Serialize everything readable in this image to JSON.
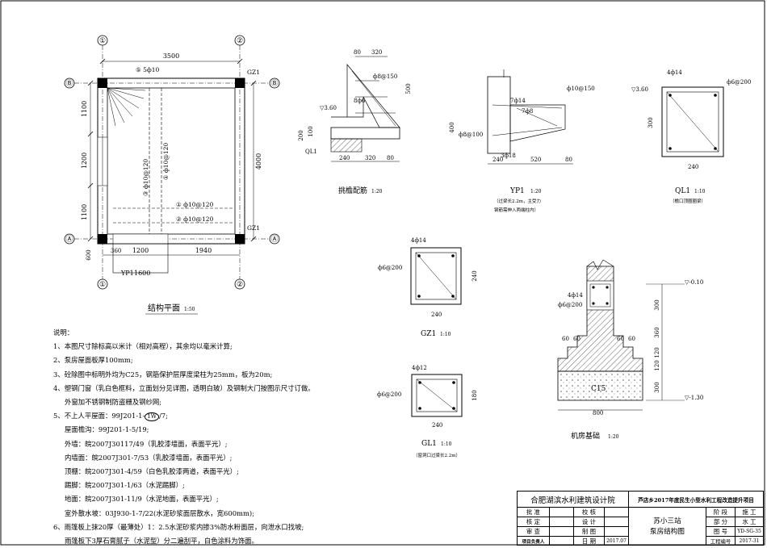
{
  "plan": {
    "title": "结构平面",
    "scale": "1:50",
    "axes": {
      "a1": "①",
      "a2": "②",
      "aA": "Ⓐ",
      "aB": "Ⓑ"
    },
    "dims": {
      "top_total": "3500",
      "left_1": "1100",
      "left_2": "1200",
      "left_3": "1100",
      "right_total": "4000",
      "bottom_0": "600",
      "bottom_1": "360",
      "bottom_2": "1200",
      "bottom_3": "1940"
    },
    "labels": {
      "gz1_top": "GZ1",
      "gz1_bottom": "GZ1",
      "rebar_5": "⑤ 5ф10",
      "rebar_3": "③ ф10@120",
      "rebar_1": "① ф10@120",
      "rebar_1h": "① ф10@120",
      "rebar_2h": "② ф10@120",
      "yp1": "YP1",
      "yp1_dim": "1600"
    }
  },
  "eave": {
    "title": "挑檐配筋",
    "scale": "1:20",
    "labels": {
      "d80": "80",
      "d320": "320",
      "r1": "ф8@150",
      "d500": "500",
      "r2": "8ф6",
      "elev": "▽3.60",
      "d200": "200",
      "d100": "100",
      "ql1": "QL1",
      "b240": "240",
      "b320": "320",
      "b80": "80"
    }
  },
  "yp1": {
    "title": "YP1",
    "scale": "1:20",
    "note1": "（过梁长2.2m，主受力",
    "note2": "钢筋需伸入两端柱内）",
    "labels": {
      "top_r": "ф10@150",
      "r714": "7ф14",
      "r78": "7ф8",
      "r8100": "ф8@100",
      "d400": "400",
      "r318": "3ф18",
      "b240": "240",
      "b520": "520",
      "b80": "80"
    }
  },
  "ql1": {
    "title": "QL1",
    "scale": "1:10",
    "note": "（檐口顶圈圈梁）",
    "labels": {
      "top": "4ф14",
      "stir": "ф6@200",
      "elev": "▽3.60",
      "h": "300",
      "w": "240"
    }
  },
  "gz1": {
    "title": "GZ1",
    "scale": "1:10",
    "labels": {
      "top": "4ф14",
      "stir": "ф6@200",
      "h": "240",
      "w": "240"
    }
  },
  "gl1": {
    "title": "GL1",
    "scale": "1:10",
    "note": "（窗洞口过梁长2.2m）",
    "labels": {
      "top": "4ф12",
      "stir": "ф6@200",
      "h": "180",
      "w": "240"
    }
  },
  "found": {
    "title": "机房基础",
    "scale": "1:20",
    "labels": {
      "top": "4ф14",
      "stir": "ф6@200",
      "e1": "▽-0.10",
      "e2": "▽-1.30",
      "s60a": "60",
      "s60b": "60",
      "s60c": "60",
      "s60d": "60",
      "v300a": "300",
      "v360": "360",
      "v120a": "120",
      "v120b": "120",
      "v300b": "300",
      "c15": "C15",
      "w800": "800"
    }
  },
  "notes": {
    "heading": "说明：",
    "n1": "1、本图尺寸除标高以米计（相对高程），其余均以毫米计算;",
    "n2": "2、泵房屋面板厚100mm;",
    "n3": "3、砼除图中标明外均为C25，钢筋保护层厚度梁柱为25mm，板为20m;",
    "n4": "4、塑钢门窗（乳白色框料，立面划分见详图，透明白玻）及钢制大门按图示尺寸订做。",
    "n4b": "外窗加不锈钢制防盗栅及钢纱网;",
    "n5a": "5、不上人平屋面：99J201-1-",
    "n5circ": "1W",
    "n5b": "/7;",
    "l1": "屋面檐沟：99J201-1-5/19;",
    "l2": "外墙：皖2007J30117/49（乳胶漆墙面，表面平光）;",
    "l3": "内墙面：皖2007J301-7/53（乳胶漆墙面，表面平光）;",
    "l4": "顶棚：皖2007J301-4/59（白色乳胶漆两道，表面平光）;",
    "l5": "踢脚：皖2007J301-1/63（水泥踢脚）;",
    "l6": "地面：皖2007J301-11/9（水泥地面，表面平光）;",
    "l7": "室外散水坡：03J930-1-7/22(水泥砂浆面层散水，宽600mm);",
    "n6": "6、雨篷板上抹20厚（最薄处）1：2.5水泥砂浆内掺3%防水粉面层，向泄水口找坡;",
    "n6b": "雨篷板下3厚石膏腻子（水泥型）分二遍刮平，白色涂料为饰面。"
  },
  "titleblock": {
    "company": "合肥湖滨水利建筑设计院",
    "project": "芦店乡2017年度民生小型水利工程改造提升项目",
    "r1": [
      "批 准",
      "",
      "校 核",
      ""
    ],
    "r2": [
      "核 定",
      "",
      "设 计",
      ""
    ],
    "r3": [
      "审 查",
      "",
      "制 图",
      ""
    ],
    "r4": [
      "项目负责人",
      "",
      "日 期",
      "2017.07"
    ],
    "drawing1": "苏小三站",
    "drawing2": "泵房结构图",
    "k1": "阶 段",
    "v1": "施 工",
    "k2": "部 分",
    "v2": "水 工",
    "k3": "图 号",
    "v3": "YD-SG-35",
    "k4": "工程编号",
    "v4": "2017-31"
  }
}
